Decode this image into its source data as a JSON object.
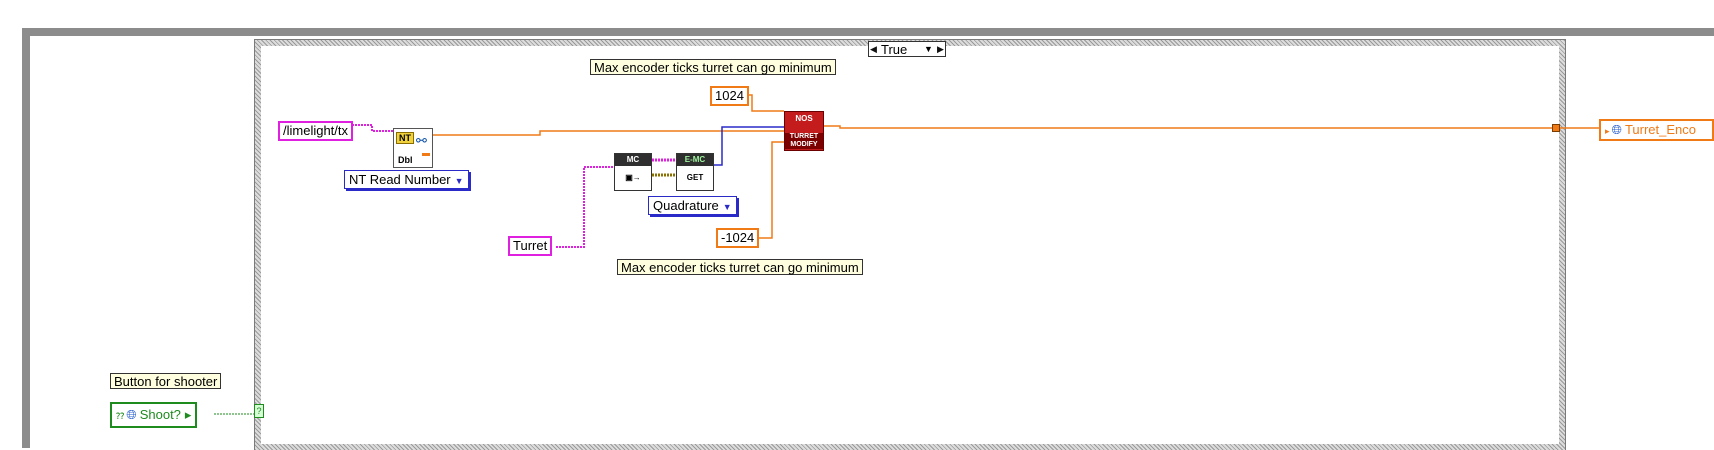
{
  "case_structure": {
    "selector_value": "True"
  },
  "comments": {
    "top": "Max encoder ticks turret can go minimum",
    "bottom": "Max encoder ticks turret can go minimum",
    "button": "Button for shooter"
  },
  "constants": {
    "nt_path": "/limelight/tx",
    "max_ticks": "1024",
    "min_ticks": "-1024",
    "motor_name": "Turret"
  },
  "nodes": {
    "nt_read": {
      "badge": "NT",
      "type_label": "Dbl",
      "selector": "NT Read Number"
    },
    "motor_ref": {
      "header": "MC"
    },
    "encoder_get": {
      "header": "E-MC",
      "body": "GET",
      "selector": "Quadrature"
    },
    "nos_block": {
      "header": "NOS",
      "body": "TURRET MODIFY"
    }
  },
  "terminals": {
    "indicator": "Turret_Enco",
    "control": "Shoot?"
  },
  "colors": {
    "string_wire": "#e020e0",
    "numeric_wire": "#ef7a16",
    "enum_wire": "#2a2ac8",
    "boolean_wire": "#1e8b1e",
    "nos_block": "#c41c1c"
  }
}
